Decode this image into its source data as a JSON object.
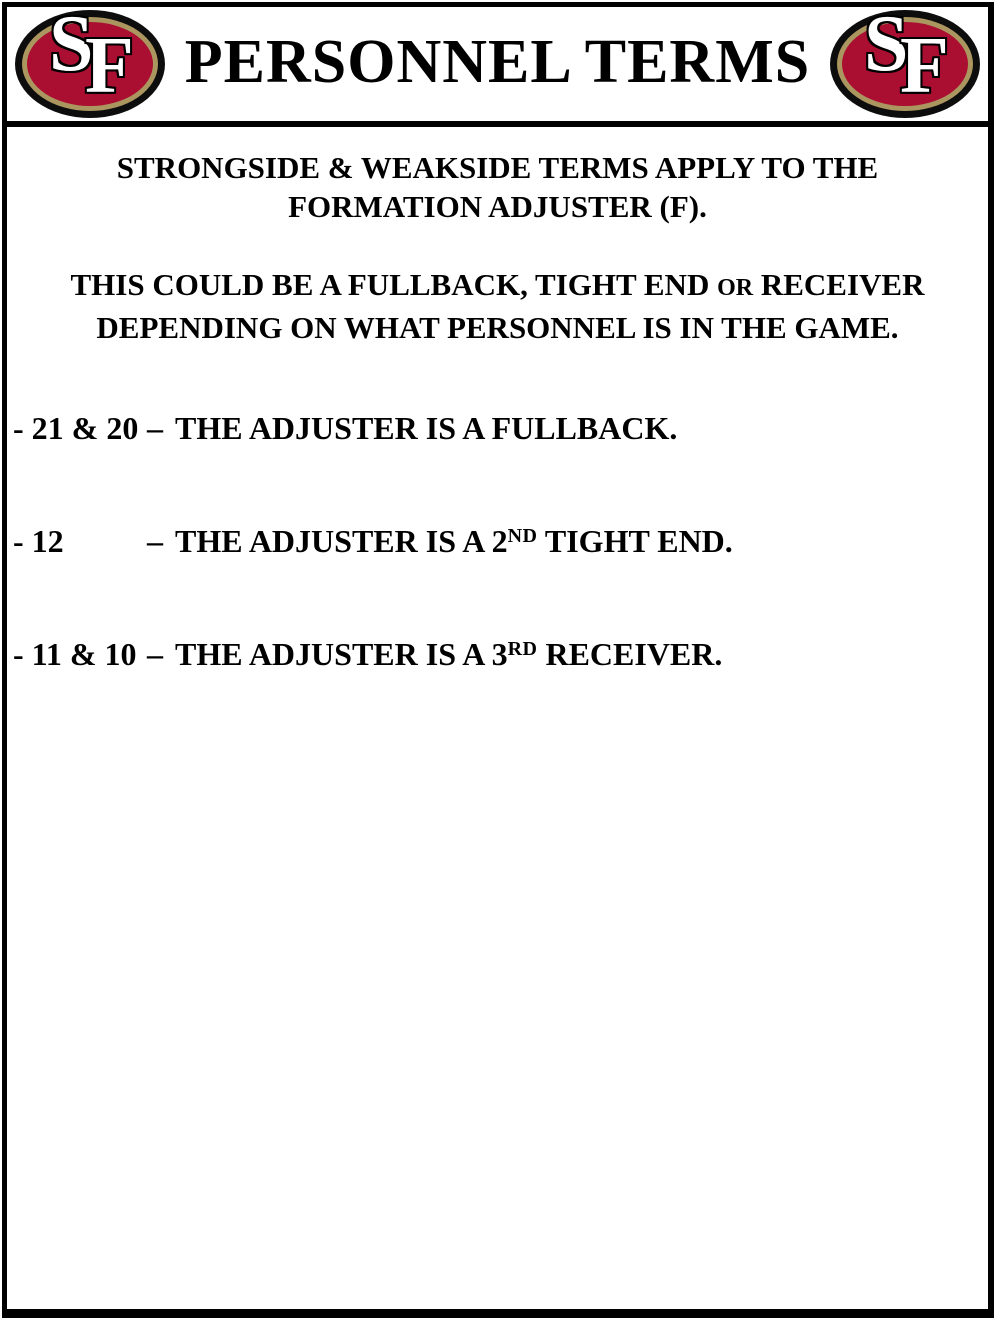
{
  "header": {
    "title": "PERSONNEL TERMS",
    "logo_letter_s": "S",
    "logo_letter_f": "F",
    "logo_name": "San Francisco 49ers SF oval logo"
  },
  "colors": {
    "logo_red": "#aa0e31",
    "logo_gold": "#ab9660",
    "logo_black": "#0d0d0d",
    "text": "#000000",
    "background": "#ffffff"
  },
  "intro": {
    "p1_line1": "STRONGSIDE & WEAKSIDE TERMS APPLY TO THE",
    "p1_line2": "FORMATION ADJUSTER (F).",
    "p2_before_or": "THIS COULD BE A FULLBACK, TIGHT END ",
    "p2_or": "OR",
    "p2_after_or": " RECEIVER",
    "p2_line2": "DEPENDING ON WHAT PERSONNEL IS IN THE GAME."
  },
  "items": [
    {
      "label": "- 21 & 20",
      "dash": "–",
      "text": "THE ADJUSTER IS A FULLBACK.",
      "ordinal": "",
      "tail": ""
    },
    {
      "label": "- 12",
      "dash": "–",
      "text": "THE ADJUSTER IS A 2",
      "ordinal": "ND",
      "tail": " TIGHT END."
    },
    {
      "label": "- 11 & 10",
      "dash": "–",
      "text": "THE ADJUSTER IS A 3",
      "ordinal": "RD",
      "tail": " RECEIVER."
    }
  ]
}
